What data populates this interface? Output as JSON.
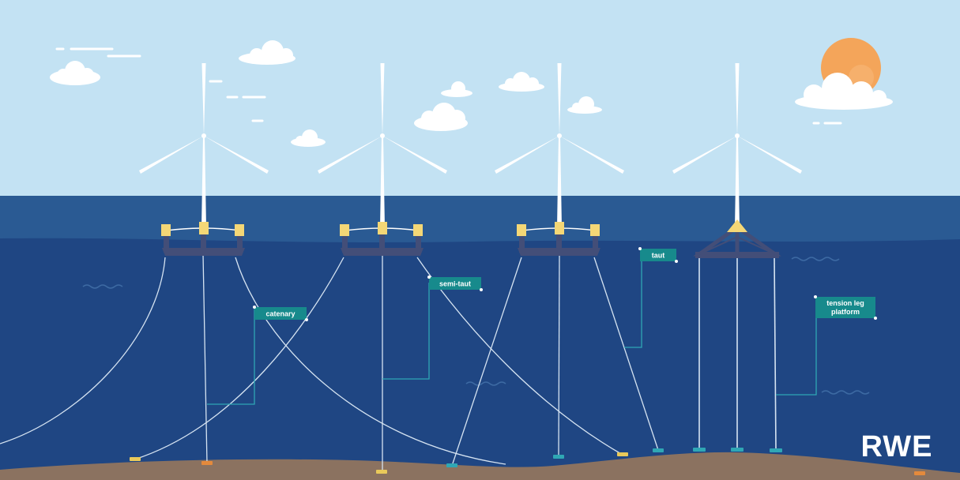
{
  "labels": {
    "catenary": "catenary",
    "semi_taut": "semi-taut",
    "taut": "taut",
    "tension_leg_line1": "tension leg",
    "tension_leg_line2": "platform"
  },
  "logo": "RWE",
  "colors": {
    "sky": "#c3e2f3",
    "sea_top": "#2a5a93",
    "sea_deep": "#1f4683",
    "seabed": "#8b7260",
    "label_bg": "#178a8c",
    "float_yellow": "#f4d776",
    "platform": "#434e78",
    "sun": "#f4a55a",
    "line": "#d6e4f2",
    "anchor_teal": "#2fa7b4",
    "anchor_yellow": "#e9c95a",
    "anchor_orange": "#e48a3c"
  },
  "icons": [
    "cloud-icon",
    "sun-icon",
    "wind-turbine-icon",
    "wave-icon",
    "anchor-icon"
  ]
}
